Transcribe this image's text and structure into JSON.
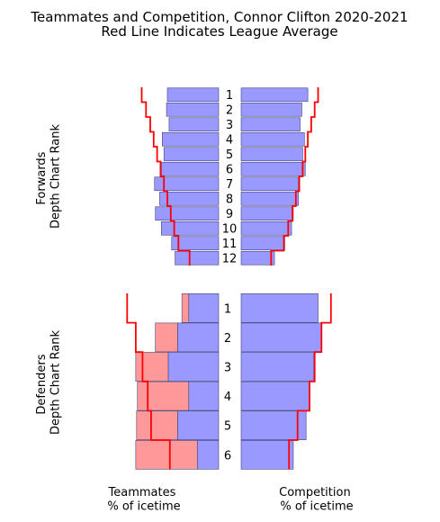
{
  "chart_data": {
    "type": "bar",
    "title": "Teammates and Competition, Connor Clifton 2020-2021",
    "subtitle": "Red Line Indicates League Average",
    "colors": {
      "forward_bar": "#9999ff",
      "defender_bar_teammate": "#ff9999",
      "league_average_line": "#ff0000"
    },
    "panels": [
      {
        "ylabel": "Forwards\nDepth Chart Rank",
        "ranks": [
          "1",
          "2",
          "3",
          "4",
          "5",
          "6",
          "7",
          "8",
          "9",
          "10",
          "11",
          "12"
        ],
        "teammates": [
          0.6,
          0.61,
          0.58,
          0.66,
          0.64,
          0.67,
          0.75,
          0.69,
          0.74,
          0.67,
          0.55,
          0.51
        ],
        "competition": [
          0.78,
          0.71,
          0.69,
          0.74,
          0.72,
          0.75,
          0.67,
          0.67,
          0.61,
          0.59,
          0.51,
          0.39
        ],
        "league_avg_teammates": [
          0.9,
          0.85,
          0.8,
          0.76,
          0.72,
          0.68,
          0.64,
          0.6,
          0.56,
          0.52,
          0.47,
          0.34
        ],
        "league_avg_competition": [
          0.9,
          0.86,
          0.82,
          0.78,
          0.75,
          0.72,
          0.68,
          0.64,
          0.6,
          0.55,
          0.5,
          0.35
        ]
      },
      {
        "ylabel": "Defenders\nDepth Chart Rank",
        "ranks": [
          "1",
          "2",
          "3",
          "4",
          "5",
          "6"
        ],
        "teammates_forward": [
          0.35,
          0.48,
          0.59,
          0.35,
          0.48,
          0.25
        ],
        "teammates_defender": [
          0.08,
          0.26,
          0.38,
          0.6,
          0.48,
          0.72
        ],
        "competition": [
          0.9,
          0.94,
          0.85,
          0.8,
          0.76,
          0.61
        ],
        "league_avg_teammates": [
          1.07,
          0.97,
          0.89,
          0.83,
          0.79,
          0.57
        ],
        "league_avg_competition": [
          1.05,
          0.94,
          0.86,
          0.8,
          0.66,
          0.56
        ]
      }
    ],
    "xlabel_left": "Teammates\n% of icetime",
    "xlabel_right": "Competition\n% of icetime"
  }
}
